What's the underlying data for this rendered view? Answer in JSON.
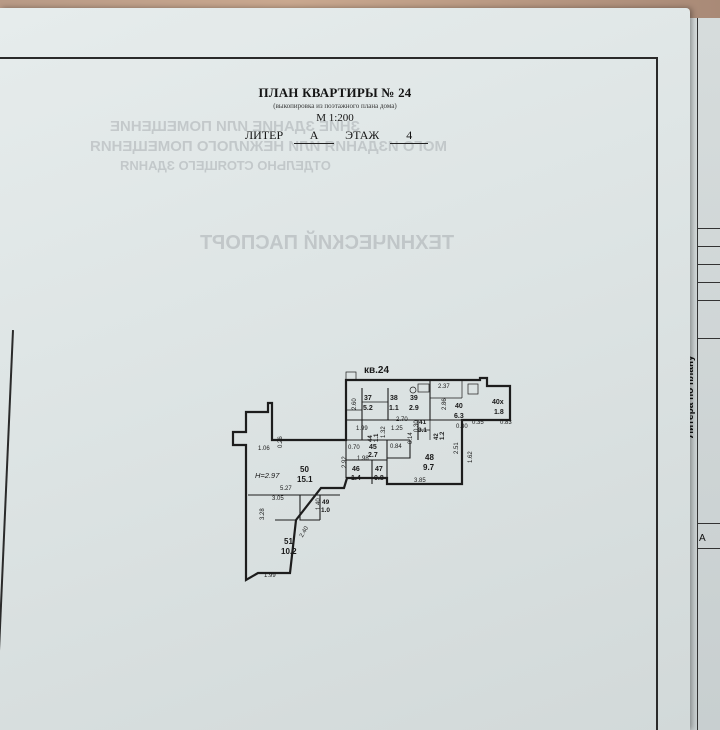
{
  "header": {
    "title": "ПЛАН КВАРТИРЫ № 24",
    "subtitle": "(выкопировка из поэтажного плана дома)",
    "scale": "М 1:200",
    "liter_label": "ЛИТЕР",
    "liter_value": "А",
    "floor_label": "ЭТАЖ",
    "floor_value": "4"
  },
  "plan": {
    "apartment_label": "кв.24",
    "rooms": [
      {
        "number": "37",
        "area": "5.2"
      },
      {
        "number": "38",
        "area": "1.1"
      },
      {
        "number": "39",
        "area": "2.9"
      },
      {
        "number": "40",
        "area": "6.3"
      },
      {
        "number": "40х",
        "area": "1.8"
      },
      {
        "number": "41",
        "area": "3.1"
      },
      {
        "number": "42",
        "area": "1.2"
      },
      {
        "number": "44",
        "area": "1.1"
      },
      {
        "number": "45",
        "area": "2.7"
      },
      {
        "number": "46",
        "area": "1.4"
      },
      {
        "number": "47",
        "area": "0.8"
      },
      {
        "number": "48",
        "area": "9.7"
      },
      {
        "number": "49",
        "area": "1.0"
      },
      {
        "number": "50",
        "area": "15.1"
      },
      {
        "number": "51",
        "area": "10.2"
      }
    ],
    "ceiling_height": "H=2.97",
    "dimensions": [
      "2.37",
      "2.60",
      "1.99",
      "1.25",
      "2.70",
      "0.30",
      "2.86",
      "0.35",
      "0.80",
      "0.84",
      "0.14",
      "1.98",
      "2.51",
      "3.85",
      "0.70",
      "1.32",
      "2.92",
      "1.06",
      "0.26",
      "5.27",
      "3.05",
      "1.40",
      "3.28",
      "2.40",
      "1.99",
      "1.62",
      "0.83"
    ]
  },
  "right_page": {
    "column_header": "Литера по плану",
    "cell_value": "А"
  }
}
